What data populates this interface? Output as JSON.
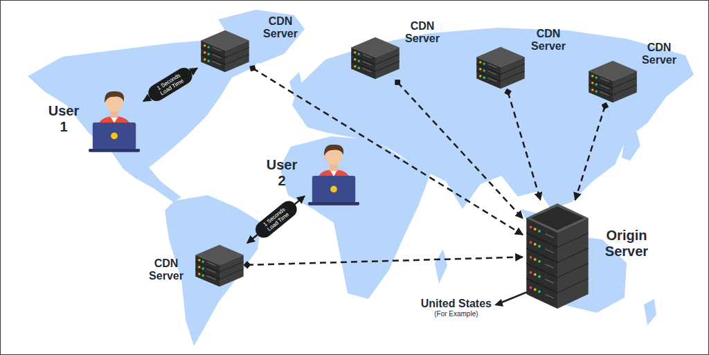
{
  "diagram": {
    "nodes": [
      {
        "text": [
          "CDN Server"
        ]
      },
      {
        "text": [
          "CDN Server"
        ]
      },
      {
        "text": [
          "CDN Server"
        ]
      },
      {
        "text": [
          "CDN Server"
        ]
      },
      {
        "text": [
          "User 1"
        ]
      },
      {
        "text": [
          "User 2"
        ]
      },
      {
        "text": [
          "Origin Server"
        ]
      },
      {
        "text": [
          "CDN Server"
        ]
      }
    ],
    "edges": [
      {
        "from": 0,
        "to": 6,
        "arrow": "to"
      },
      {
        "from": 1,
        "to": 6,
        "arrow": "to"
      },
      {
        "from": 2,
        "to": 6,
        "arrow": "to"
      },
      {
        "from": 3,
        "to": 6,
        "arrow": "to"
      },
      {
        "from": 4,
        "to": 0,
        "arrow": "both",
        "label": "1 Seconds Load Time"
      },
      {
        "from": 5,
        "to": 7,
        "arrow": "both",
        "label": "1 Seconds Load Time"
      },
      {
        "from": 7,
        "to": 6,
        "arrow": "to"
      }
    ],
    "labels": [
      "United States",
      "(For Example)"
    ]
  }
}
